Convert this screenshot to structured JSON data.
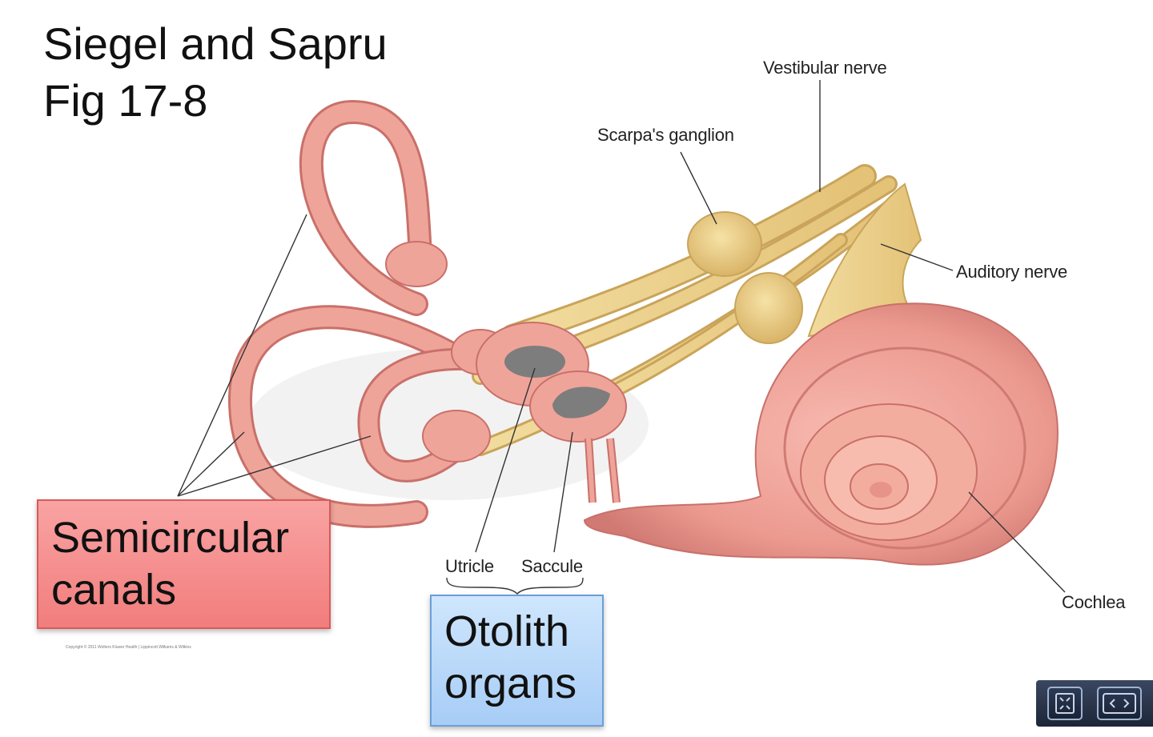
{
  "title": {
    "line1": "Siegel and Sapru",
    "line2": "Fig 17-8"
  },
  "labels": {
    "vestibular_nerve": "Vestibular nerve",
    "scarpas_ganglion": "Scarpa's ganglion",
    "auditory_nerve": "Auditory nerve",
    "cochlea": "Cochlea",
    "utricle": "Utricle",
    "saccule": "Saccule"
  },
  "boxes": {
    "semicircular": {
      "line1": "Semicircular",
      "line2": "canals",
      "fill": "#f48c8c",
      "border": "#d85a5a"
    },
    "otolith": {
      "line1": "Otolith",
      "line2": "organs",
      "fill": "#b9d9fa",
      "border": "#6b9fd8"
    }
  },
  "copyright": "Copyright © 2011 Wolters Kluwer Health | Lippincott Williams & Wilkins",
  "colors": {
    "membrane": "#efa49a",
    "membrane_dark": "#c9706a",
    "nerve": "#ecd08a",
    "nerve_dark": "#c9a45a",
    "macula": "#7d7d7d"
  },
  "viewer_controls": {
    "fit_icon": "fit-screen-icon",
    "nav_icon": "prev-next-icon"
  }
}
